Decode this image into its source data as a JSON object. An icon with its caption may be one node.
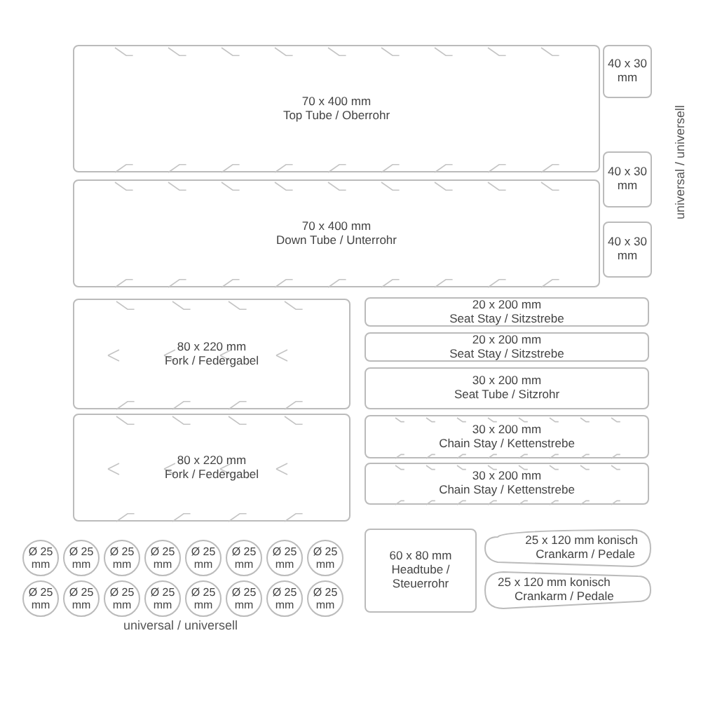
{
  "diagram": {
    "nodes": [
      {
        "text": [
          "70 x 400 mm",
          "Top Tube / Oberrohr"
        ]
      },
      {
        "text": [
          "70 x 400 mm",
          "Down Tube / Unterrohr"
        ]
      },
      {
        "text": [
          "40 x 30 mm"
        ]
      },
      {
        "text": [
          "40 x 30 mm"
        ]
      },
      {
        "text": [
          "40 x 30 mm"
        ]
      },
      {
        "text": [
          "80 x 220 mm",
          "Fork / Federgabel"
        ]
      },
      {
        "text": [
          "80 x 220 mm",
          "Fork / Federgabel"
        ]
      },
      {
        "text": [
          "20 x 200 mm",
          "Seat Stay / Sitzstrebe"
        ]
      },
      {
        "text": [
          "20 x 200 mm",
          "Seat Stay / Sitzstrebe"
        ]
      },
      {
        "text": [
          "30 x 200 mm",
          "Seat Tube / Sitzrohr"
        ]
      },
      {
        "text": [
          "30 x 200 mm",
          "Chain Stay / Kettenstrebe"
        ]
      },
      {
        "text": [
          "30 x 200 mm",
          "Chain Stay / Kettenstrebe"
        ]
      },
      {
        "text": [
          "Ø 25 mm"
        ]
      },
      {
        "text": [
          "Ø 25 mm"
        ]
      },
      {
        "text": [
          "Ø 25 mm"
        ]
      },
      {
        "text": [
          "Ø 25 mm"
        ]
      },
      {
        "text": [
          "Ø 25 mm"
        ]
      },
      {
        "text": [
          "Ø 25 mm"
        ]
      },
      {
        "text": [
          "Ø 25 mm"
        ]
      },
      {
        "text": [
          "Ø 25 mm"
        ]
      },
      {
        "text": [
          "Ø 25 mm"
        ]
      },
      {
        "text": [
          "Ø 25 mm"
        ]
      },
      {
        "text": [
          "Ø 25 mm"
        ]
      },
      {
        "text": [
          "Ø 25 mm"
        ]
      },
      {
        "text": [
          "Ø 25 mm"
        ]
      },
      {
        "text": [
          "Ø 25 mm"
        ]
      },
      {
        "text": [
          "Ø 25 mm"
        ]
      },
      {
        "text": [
          "Ø 25 mm"
        ]
      },
      {
        "text": [
          "60 x 80 mm",
          "Headtube / Steuerrohr"
        ]
      },
      {
        "text": [
          "25 x 120 mm konisch",
          "Crankarm / Pedale"
        ]
      },
      {
        "text": [
          "25 x 120 mm konisch",
          "Crankarm / Pedale"
        ]
      }
    ],
    "labels": [
      "universal / universell",
      "universal / universell"
    ]
  }
}
